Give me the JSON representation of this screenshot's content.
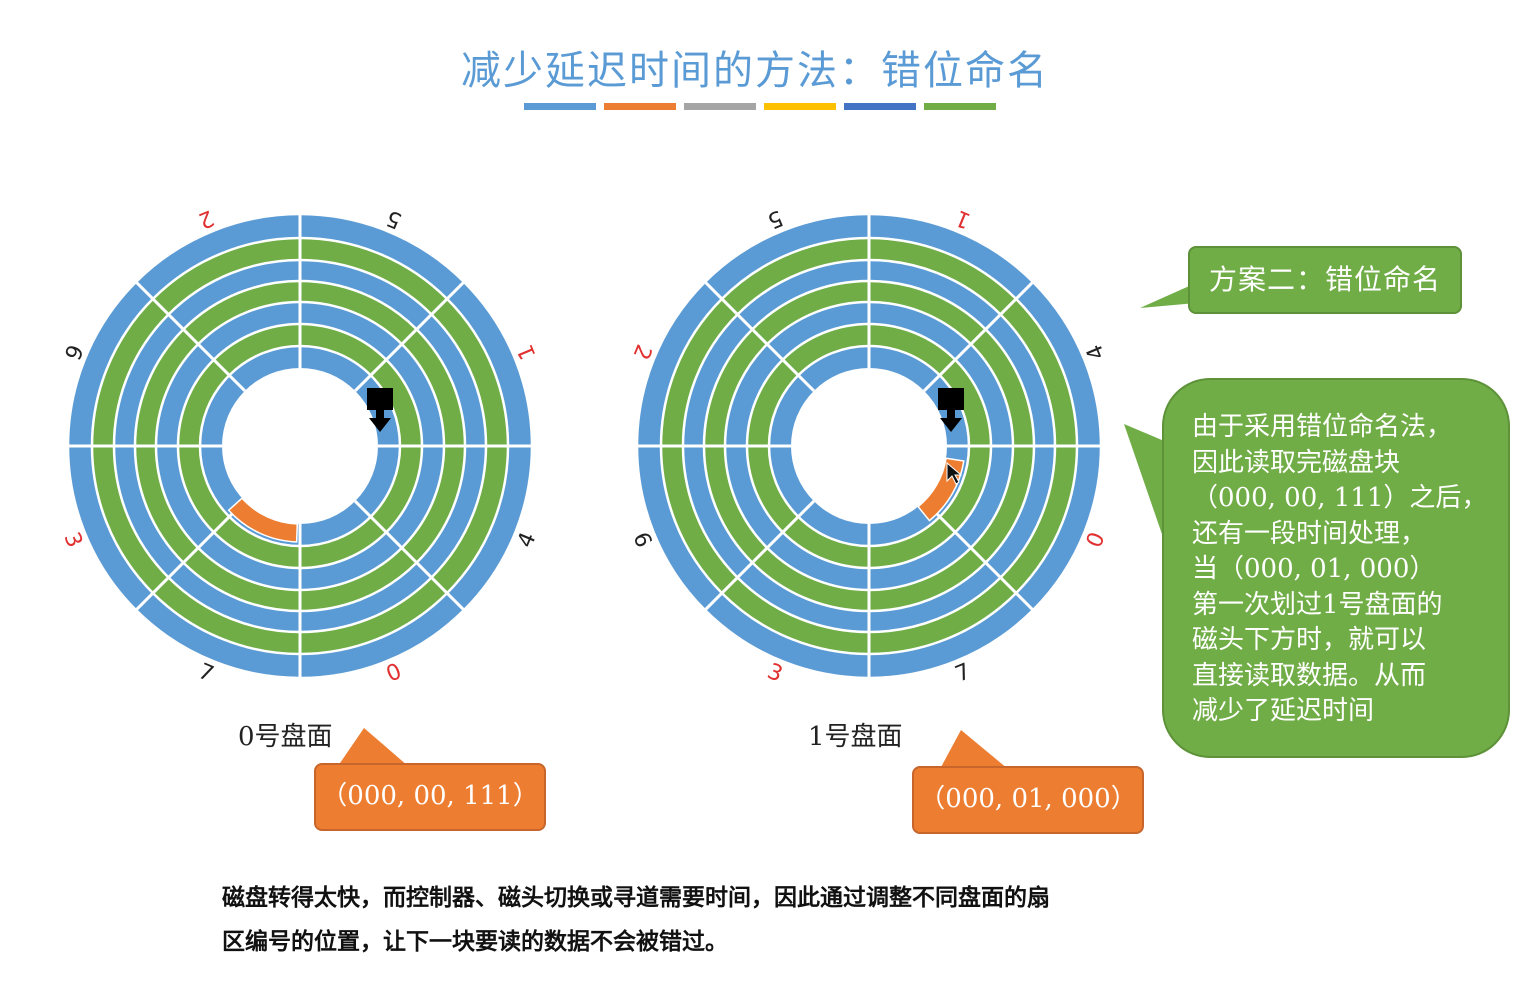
{
  "title": "减少延迟时间的方法：错位命名",
  "title_bar_colors": [
    "#5b9bd5",
    "#ed7d31",
    "#a5a5a5",
    "#ffc000",
    "#4472c4",
    "#70ad47"
  ],
  "colors": {
    "ring_blue": "#5b9bd5",
    "ring_green": "#70ad47",
    "highlight": "#ed7d31",
    "divider": "#ffffff",
    "label_black": "#222222",
    "label_red": "#e03030",
    "head": "#000000"
  },
  "disks": [
    {
      "id": "disk0",
      "label": "0号盘面",
      "callout": "（000, 00, 111）",
      "sector_labels": [
        {
          "text": "5",
          "color": "black"
        },
        {
          "text": "1",
          "color": "red"
        },
        {
          "text": "4",
          "color": "black"
        },
        {
          "text": "0",
          "color": "red"
        },
        {
          "text": "7",
          "color": "black"
        },
        {
          "text": "3",
          "color": "red"
        },
        {
          "text": "6",
          "color": "black"
        },
        {
          "text": "2",
          "color": "red"
        }
      ]
    },
    {
      "id": "disk1",
      "label": "1号盘面",
      "callout": "（000, 01, 000）",
      "sector_labels": [
        {
          "text": "1",
          "color": "red"
        },
        {
          "text": "4",
          "color": "black"
        },
        {
          "text": "0",
          "color": "red"
        },
        {
          "text": "7",
          "color": "black"
        },
        {
          "text": "3",
          "color": "red"
        },
        {
          "text": "6",
          "color": "black"
        },
        {
          "text": "2",
          "color": "red"
        },
        {
          "text": "5",
          "color": "black"
        }
      ]
    }
  ],
  "scheme_box": "方案二：错位命名",
  "explanation_lines": [
    "由于采用错位命名法，",
    "因此读取完磁盘块",
    "（000, 00, 111）之后，",
    "还有一段时间处理，",
    "当（000, 01, 000）",
    "第一次划过1号盘面的",
    "磁头下方时，就可以",
    "直接读取数据。从而",
    "减少了延迟时间"
  ],
  "bottom_lines": [
    "磁盘转得太快，而控制器、磁头切换或寻道需要时间，因此通过调整不同盘面的扇",
    "区编号的位置，让下一块要读的数据不会被错过。"
  ]
}
